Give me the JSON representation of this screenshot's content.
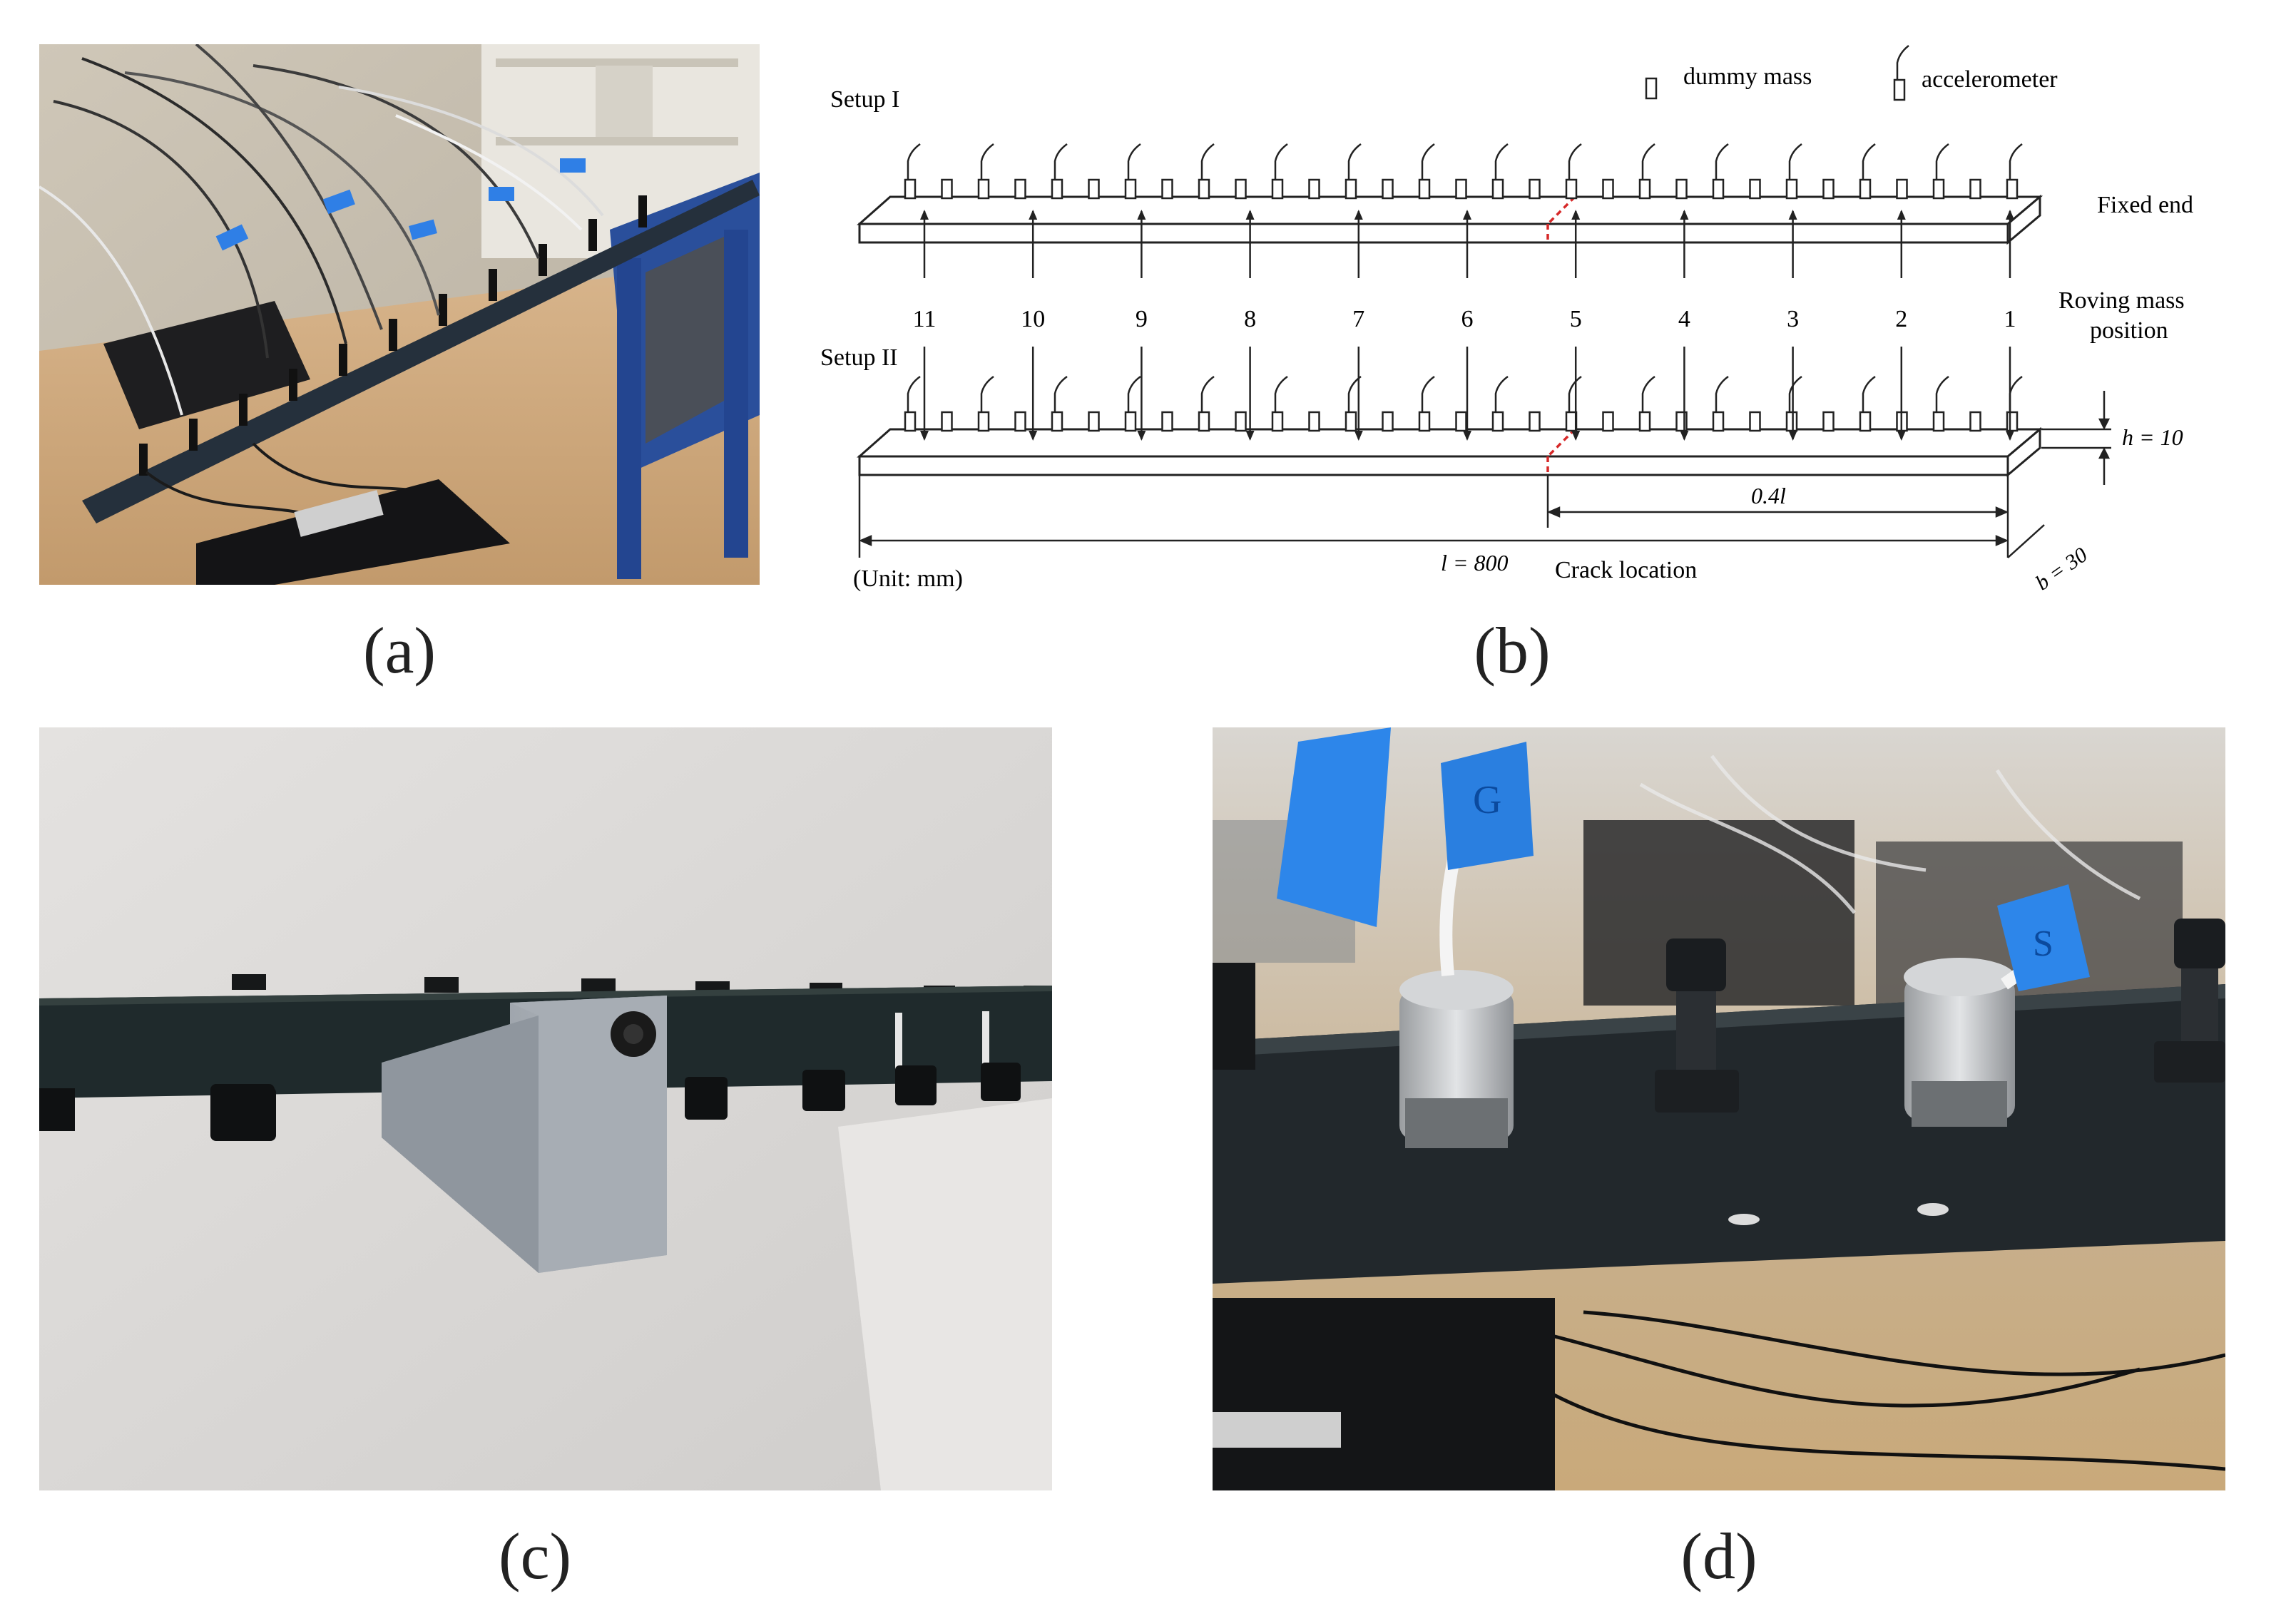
{
  "captions": {
    "a": "(a)",
    "b": "(b)",
    "c": "(c)",
    "d": "(d)"
  },
  "diagram": {
    "setup1": "Setup I",
    "setup2": "Setup II",
    "legend_dummy": "dummy mass",
    "legend_accel": "accelerometer",
    "fixed_end": "Fixed end",
    "roving_line1": "Roving mass",
    "roving_line2": "position",
    "positions": [
      "11",
      "10",
      "9",
      "8",
      "7",
      "6",
      "5",
      "4",
      "3",
      "2",
      "1"
    ],
    "h_label": "h = 10",
    "crack_dist": "0.4l",
    "l_label": "l = 800",
    "crack_location": "Crack location",
    "b_label": "b = 30",
    "unit": "(Unit: mm)"
  },
  "photo_d_tags": {
    "tag1": "G",
    "tag2": "S"
  }
}
